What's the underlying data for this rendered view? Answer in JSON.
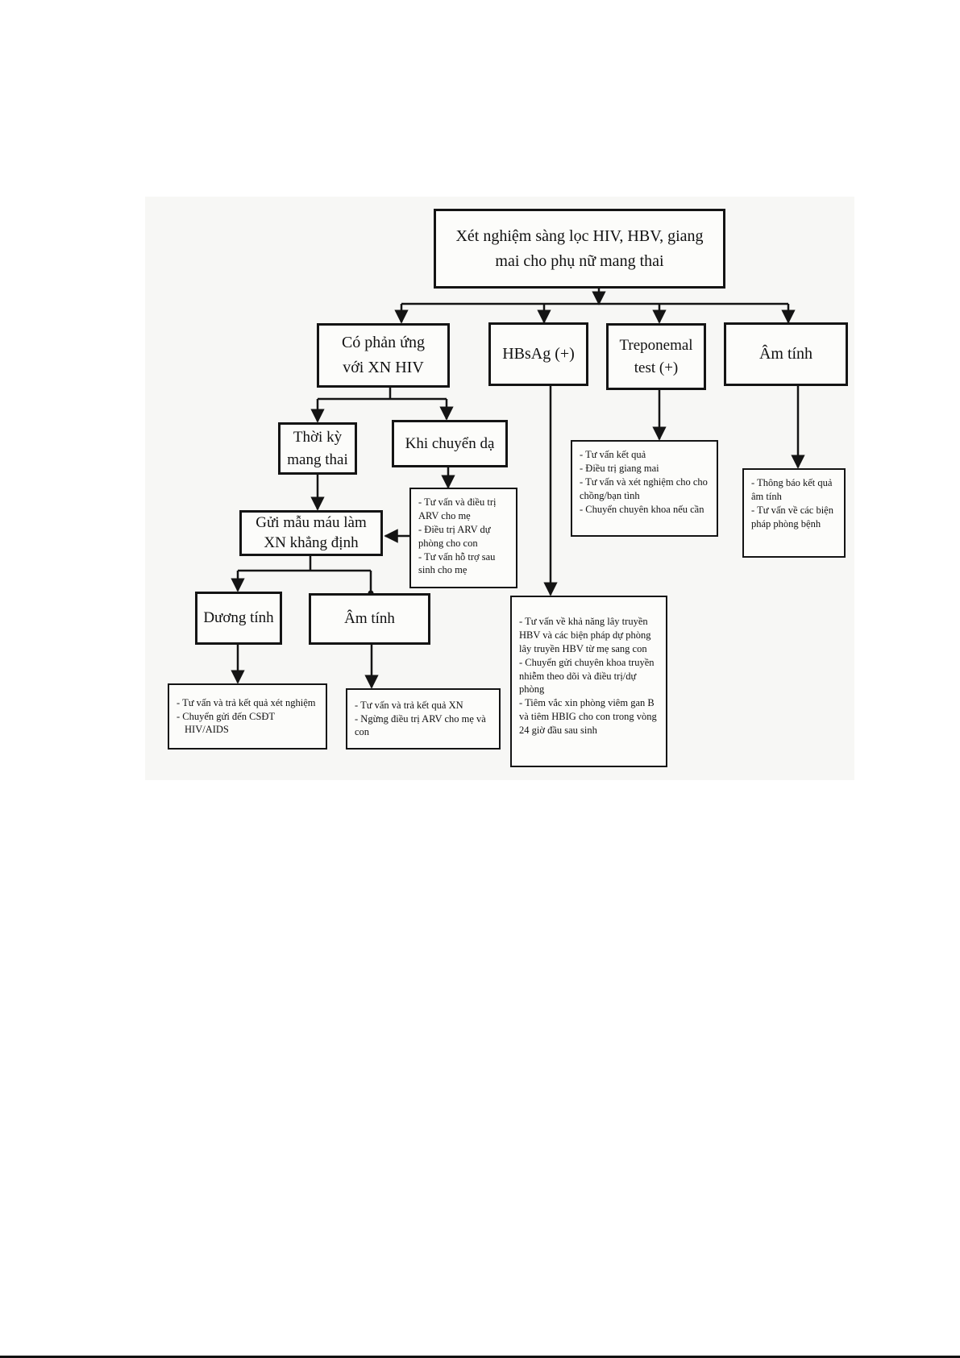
{
  "nodes": {
    "root": "Xét nghiệm sàng lọc HIV, HBV, giang mai cho phụ nữ mang thai",
    "hiv_reactive": "Có phản ứng với XN HIV",
    "hbsag": "HBsAg (+)",
    "treponemal": "Treponemal test (+)",
    "negative_top": "Âm tính",
    "pregnancy": "Thời kỳ mang thai",
    "labor": "Khi chuyển dạ",
    "confirm_test": "Gửi mẫu máu làm XN khẳng định",
    "positive": "Dương tính",
    "negative_hiv": "Âm tính"
  },
  "notes": {
    "labor_actions": [
      "Tư vấn và điều trị ARV cho mẹ",
      "Điều trị ARV dự phòng cho con",
      "Tư vấn hỗ trợ sau sinh cho mẹ"
    ],
    "syphilis_actions": [
      "Tư vấn kết quả",
      "Điều trị giang mai",
      "Tư vấn và xét nghiệm cho cho chồng/bạn tình",
      "Chuyển chuyên khoa nếu cần"
    ],
    "negative_actions": [
      "Thông báo kết quả âm tính",
      "Tư vấn về các biện pháp phòng bệnh"
    ],
    "hbv_actions": [
      "Tư vấn về khả năng lây truyền HBV và các biện pháp dự phòng lây truyền HBV từ mẹ sang con",
      "Chuyển gửi chuyên khoa truyền nhiễm theo dõi và điều trị/dự phòng",
      "Tiêm vắc xin phòng viêm gan B và tiêm HBIG cho con trong vòng 24 giờ đầu sau sinh"
    ],
    "positive_actions": [
      "Tư vấn và trả kết quả xét nghiệm",
      "Chuyển gửi đến CSĐT HIV/AIDS"
    ],
    "negative_hiv_actions": [
      "Tư vấn và trả kết quả XN",
      "Ngừng điều trị ARV cho mẹ và con"
    ]
  },
  "colors": {
    "line": "#141414",
    "scan_background": "#f7f7f5"
  }
}
